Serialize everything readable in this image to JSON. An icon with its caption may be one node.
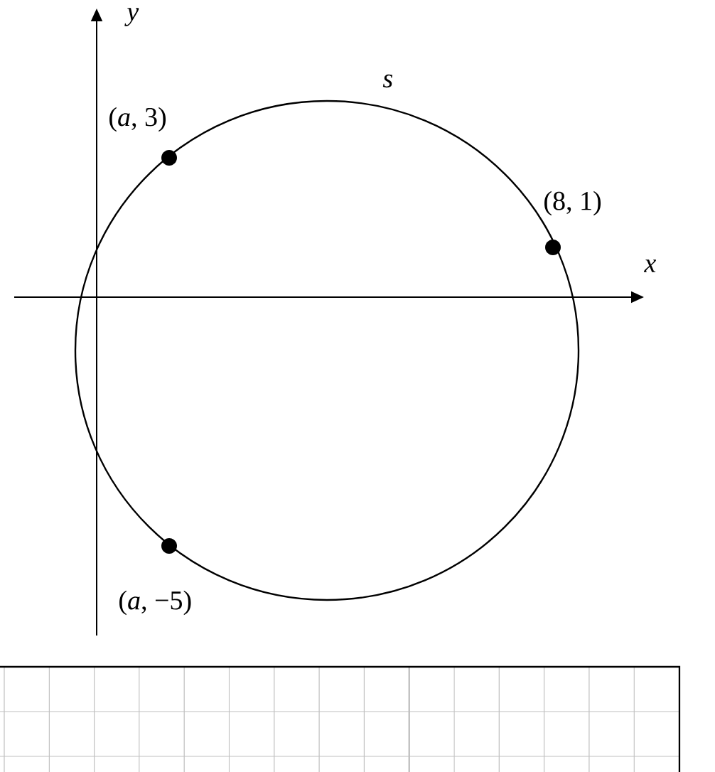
{
  "diagram": {
    "labels": [
      "*y*",
      "*s*",
      "(*a*, 3)",
      "(8, 1)",
      "*x*",
      "(*a*, −5)"
    ]
  }
}
